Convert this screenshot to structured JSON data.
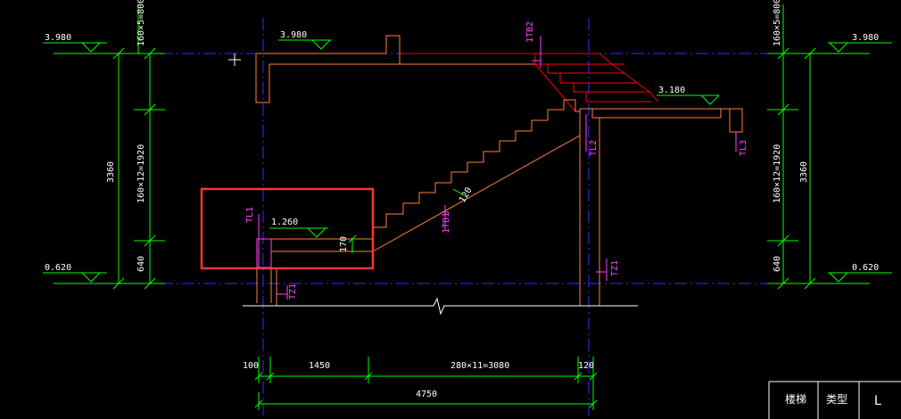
{
  "colors": {
    "background": "#000000",
    "structure": "#ff8040",
    "stair_lines": "#ff0000",
    "dimension": "#00ff00",
    "grid_axis": "#3030ff",
    "annotation": "#ff44ff",
    "highlight_box": "#ff3333",
    "text": "#ffffff"
  },
  "elevations": {
    "left_top": "3.980",
    "left_bottom": "0.620",
    "right_top": "3.980",
    "right_bottom": "0.620",
    "center_top": "3.980",
    "landing": "3.180",
    "lower_landing": "1.260"
  },
  "dims_left": {
    "top_segment": "160×5=800",
    "total": "3360",
    "middle": "160×12=1920",
    "bottom": "640"
  },
  "dims_right": {
    "top_segment": "160×5=800",
    "total": "3360",
    "middle": "160×12=1920",
    "bottom": "640"
  },
  "labels": {
    "tb2": "1TB2",
    "tb1": "1TB1",
    "tl1": "TL1",
    "tl2": "TL2",
    "tl3": "TL3",
    "tz1_left": "TZ1",
    "tz1_right": "TZ1",
    "thickness_slab": "120",
    "thickness_landing": "170"
  },
  "dims_bottom": {
    "d1": "100",
    "d2": "1450",
    "d3": "280×11=3080",
    "d4": "120",
    "total": "4750"
  },
  "title_block": {
    "c1": "楼梯",
    "c2": "类型",
    "c3": "L"
  }
}
